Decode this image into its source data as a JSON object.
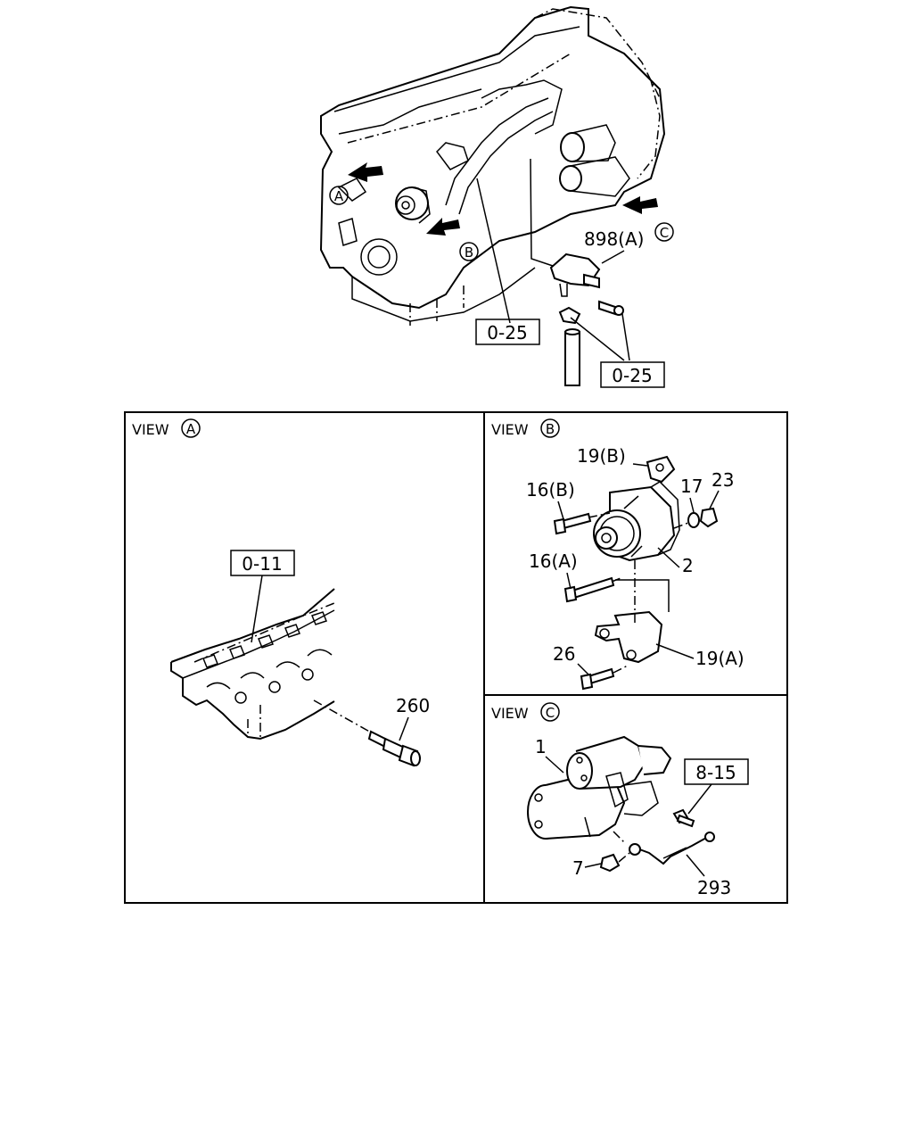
{
  "overview": {
    "view_markers": [
      "A",
      "B",
      "C"
    ],
    "callouts": [
      {
        "id": "898a",
        "text": "898(A)",
        "boxed": false
      },
      {
        "id": "ref-025-a",
        "text": "0-25",
        "boxed": true
      },
      {
        "id": "ref-025-b",
        "text": "0-25",
        "boxed": true
      }
    ]
  },
  "views": [
    {
      "id": "A",
      "title_word": "VIEW",
      "letter": "A",
      "callouts": [
        {
          "id": "ref-011",
          "text": "0-11",
          "boxed": true
        },
        {
          "id": "260",
          "text": "260",
          "boxed": false
        }
      ]
    },
    {
      "id": "B",
      "title_word": "VIEW",
      "letter": "B",
      "callouts": [
        {
          "id": "19b",
          "text": "19(B)",
          "boxed": false
        },
        {
          "id": "16b",
          "text": "16(B)",
          "boxed": false
        },
        {
          "id": "17",
          "text": "17",
          "boxed": false
        },
        {
          "id": "23",
          "text": "23",
          "boxed": false
        },
        {
          "id": "16a",
          "text": "16(A)",
          "boxed": false
        },
        {
          "id": "2",
          "text": "2",
          "boxed": false
        },
        {
          "id": "26",
          "text": "26",
          "boxed": false
        },
        {
          "id": "19a",
          "text": "19(A)",
          "boxed": false
        }
      ]
    },
    {
      "id": "C",
      "title_word": "VIEW",
      "letter": "C",
      "callouts": [
        {
          "id": "1",
          "text": "1",
          "boxed": false
        },
        {
          "id": "ref-815",
          "text": "8-15",
          "boxed": true
        },
        {
          "id": "7",
          "text": "7",
          "boxed": false
        },
        {
          "id": "293",
          "text": "293",
          "boxed": false
        }
      ]
    }
  ]
}
